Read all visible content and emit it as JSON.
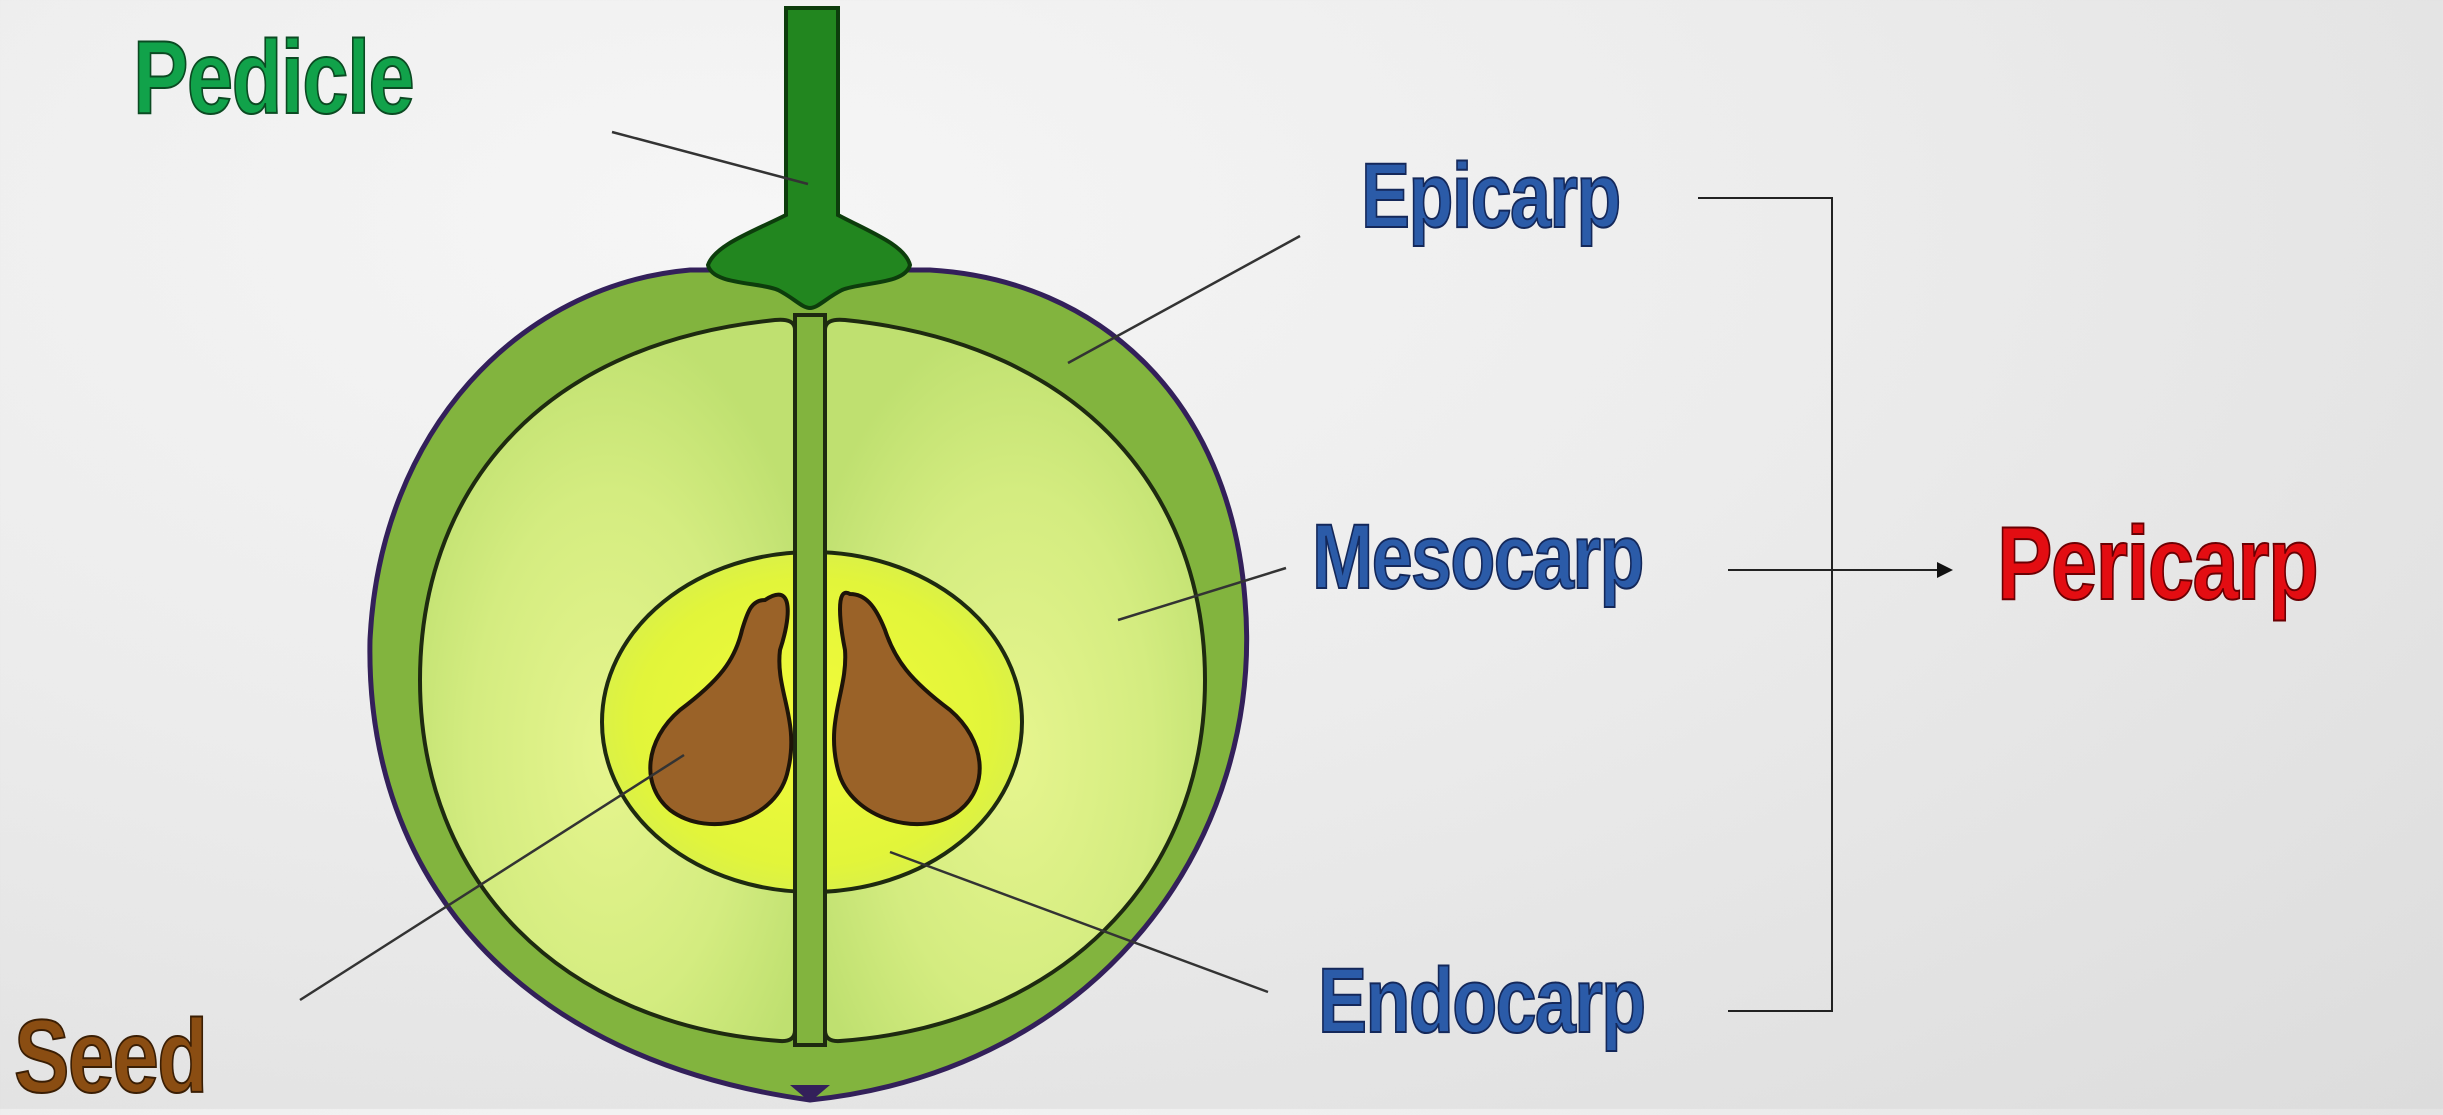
{
  "labels": {
    "pedicle": "Pedicle",
    "epicarp": "Epicarp",
    "mesocarp": "Mesocarp",
    "endocarp": "Endocarp",
    "pericarp": "Pericarp",
    "seed": "Seed"
  },
  "colors": {
    "pedicle_text": "#11a24a",
    "layer_text": "#2b5ba8",
    "pericarp_text": "#e30d12",
    "seed_text": "#8a4d12",
    "stalk_green": "#22861f",
    "epicarp_green": "#82b43e",
    "mesocarp_green": "#d4ec80",
    "endocarp_yellow": "#e8f832",
    "seed_brown": "#9a6228",
    "outline_purple": "#33205a"
  }
}
